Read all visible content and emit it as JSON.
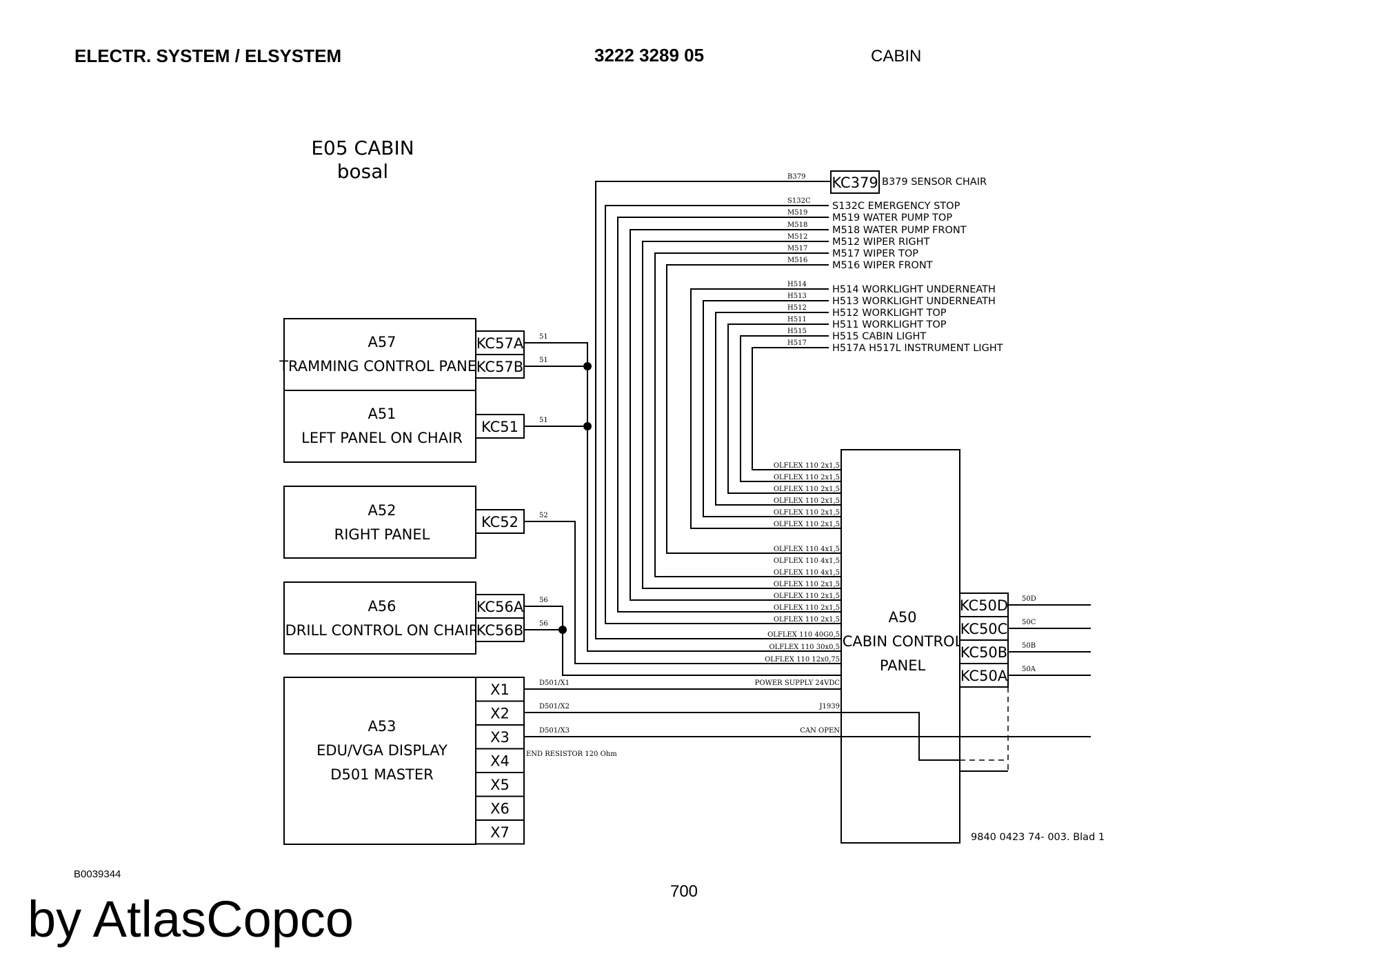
{
  "header": {
    "left": "ELECTR. SYSTEM / ELSYSTEM",
    "center": "3222 3289 05",
    "right": "CABIN"
  },
  "title": {
    "line1": "E05 CABIN",
    "line2": "bosal"
  },
  "components": {
    "a57": {
      "id": "A57",
      "name": "TRAMMING CONTROL PANEL"
    },
    "a51": {
      "id": "A51",
      "name": "LEFT PANEL ON CHAIR"
    },
    "a52": {
      "id": "A52",
      "name": "RIGHT PANEL"
    },
    "a56": {
      "id": "A56",
      "name": "DRILL CONTROL ON CHAIR"
    },
    "a53": {
      "id": "A53",
      "name1": "EDU/VGA DISPLAY",
      "name2": "D501 MASTER"
    },
    "a50": {
      "id": "A50",
      "name1": "CABIN CONTROL",
      "name2": "PANEL"
    }
  },
  "connectors": {
    "kc57a": "KC57A",
    "kc57b": "KC57B",
    "kc51": "KC51",
    "kc52": "KC52",
    "kc56a": "KC56A",
    "kc56b": "KC56B",
    "kc379": "KC379",
    "kc50d": "KC50D",
    "kc50c": "KC50C",
    "kc50b": "KC50B",
    "kc50a": "KC50A",
    "x": [
      "X1",
      "X2",
      "X3",
      "X4",
      "X5",
      "X6",
      "X7"
    ]
  },
  "wire_numbers": {
    "w57a": "51",
    "w57b": "51",
    "w51": "51",
    "w52": "52",
    "w56a": "56",
    "w56b": "56",
    "w50d": "50D",
    "w50c": "50C",
    "w50b": "50B",
    "w50a": "50A"
  },
  "devices": [
    {
      "code": "B379",
      "label": "B379 SENSOR CHAIR"
    },
    {
      "code": "S132C",
      "label": "S132C EMERGENCY STOP"
    },
    {
      "code": "M519",
      "label": "M519 WATER PUMP TOP"
    },
    {
      "code": "M518",
      "label": "M518 WATER PUMP FRONT"
    },
    {
      "code": "M512",
      "label": "M512 WIPER RIGHT"
    },
    {
      "code": "M517",
      "label": "M517 WIPER TOP"
    },
    {
      "code": "M516",
      "label": "M516 WIPER FRONT"
    },
    {
      "code": "H514",
      "label": "H514 WORKLIGHT UNDERNEATH"
    },
    {
      "code": "H513",
      "label": "H513 WORKLIGHT UNDERNEATH"
    },
    {
      "code": "H512",
      "label": "H512 WORKLIGHT TOP"
    },
    {
      "code": "H511",
      "label": "H511 WORKLIGHT TOP"
    },
    {
      "code": "H515",
      "label": "H515 CABIN LIGHT"
    },
    {
      "code": "H517",
      "label": "H517A H517L INSTRUMENT LIGHT"
    }
  ],
  "cables": [
    "OLFLEX 110 2x1,5",
    "OLFLEX 110 2x1,5",
    "OLFLEX 110 2x1,5",
    "OLFLEX 110 2x1,5",
    "OLFLEX 110 2x1,5",
    "OLFLEX 110 2x1,5",
    "OLFLEX 110 4x1,5",
    "OLFLEX 110 4x1,5",
    "OLFLEX 110 4x1,5",
    "OLFLEX 110 2x1,5",
    "OLFLEX 110 2x1,5",
    "OLFLEX 110 2x1,5",
    "OLFLEX 110 2x1,5",
    "OLFLEX 110 40G0,5",
    "OLFLEX 110 30x0,5",
    "OLFLEX 110 12x0,75"
  ],
  "display_links": {
    "x1": "D501/X1",
    "x2": "D501/X2",
    "x3": "D501/X3",
    "x4": "END RESISTOR 120 Ohm",
    "power": "POWER SUPPLY 24VDC",
    "j1939": "J1939",
    "canopen": "CAN OPEN"
  },
  "drawing_ref": "9840 0423 74- 003. Blad 1",
  "footer": {
    "code": "B0039344",
    "page": "700",
    "brand": "by AtlasCopco"
  }
}
